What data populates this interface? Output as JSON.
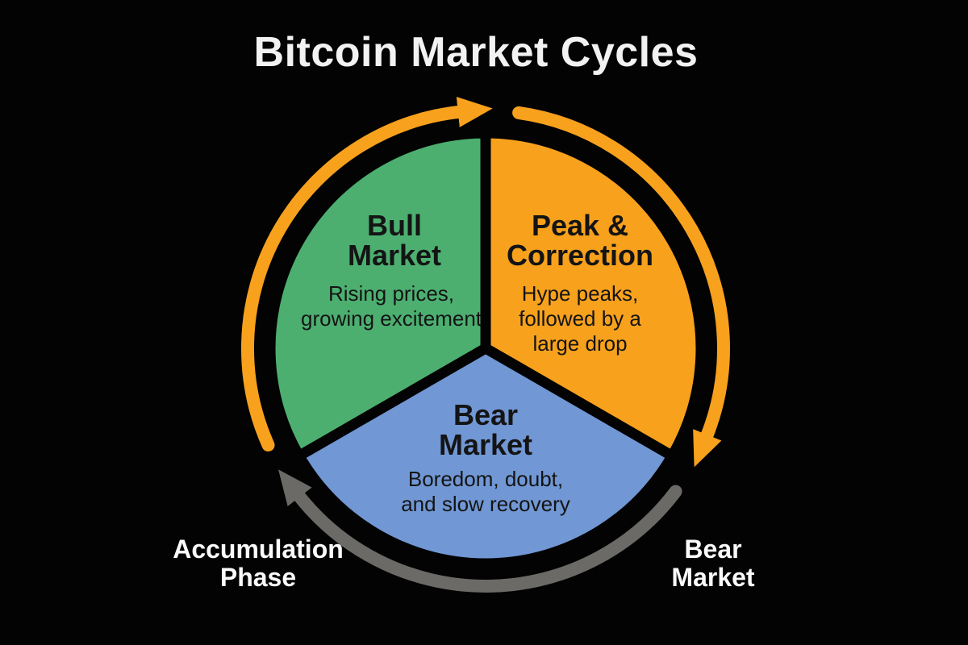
{
  "title": "Bitcoin Market Cycles",
  "colors": {
    "background": "#030303",
    "title_text": "#f2f2f2",
    "slice_text": "#141414",
    "outer_label_text": "#fafafa",
    "green": "#4caf70",
    "orange": "#f7a11d",
    "blue": "#7197d4",
    "gray_arrow": "#6b6a66"
  },
  "segments": [
    {
      "id": "bull-market",
      "title_lines": [
        "Bull",
        "Market"
      ],
      "desc_lines": [
        "Rising prices,",
        "growing excitement"
      ],
      "color_key": "green"
    },
    {
      "id": "peak-correction",
      "title_lines": [
        "Peak &",
        "Correction"
      ],
      "desc_lines": [
        "Hype peaks,",
        "followed by a",
        "large drop"
      ],
      "color_key": "orange"
    },
    {
      "id": "bear-market",
      "title_lines": [
        "Bear",
        "Market"
      ],
      "desc_lines": [
        "Boredom, doubt,",
        "and slow recovery"
      ],
      "color_key": "blue"
    }
  ],
  "outer_labels": [
    {
      "id": "accumulation-phase",
      "lines": [
        "Accumulation",
        "Phase"
      ]
    },
    {
      "id": "bear-market-outer",
      "lines": [
        "Bear",
        "Market"
      ]
    }
  ]
}
